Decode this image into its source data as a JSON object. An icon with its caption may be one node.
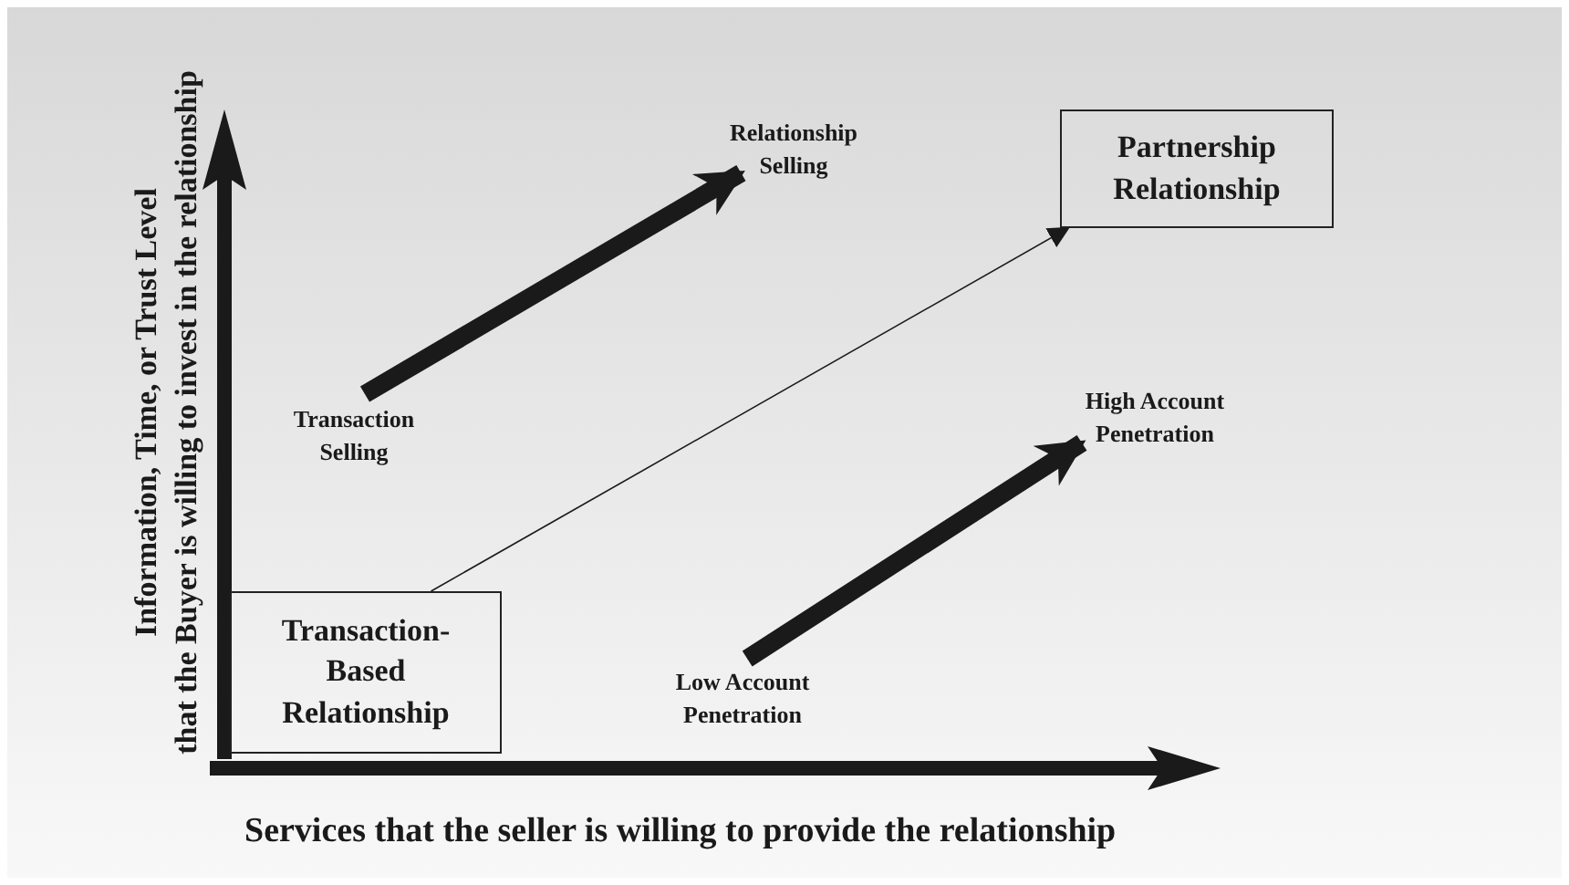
{
  "diagram": {
    "nodes": [
      {
        "text": [
          "Transaction-Based Relationship"
        ]
      },
      {
        "text": [
          "Partnership Relationship"
        ]
      },
      {
        "text": [
          "Transaction Selling"
        ]
      },
      {
        "text": [
          "Relationship Selling"
        ]
      },
      {
        "text": [
          "Low Account Penetration"
        ]
      },
      {
        "text": [
          "High Account Penetration"
        ]
      }
    ],
    "edges": [
      {
        "from": 0,
        "to": 1,
        "arrow": "to"
      },
      {
        "from": 2,
        "to": 3,
        "arrow": "to"
      },
      {
        "from": 4,
        "to": 5,
        "arrow": "to"
      }
    ],
    "labels": [
      "Information, Time, or Trust Level",
      "that the Buyer is willing to invest in the relationship",
      "Services that the seller is willing to provide the relationship"
    ]
  }
}
